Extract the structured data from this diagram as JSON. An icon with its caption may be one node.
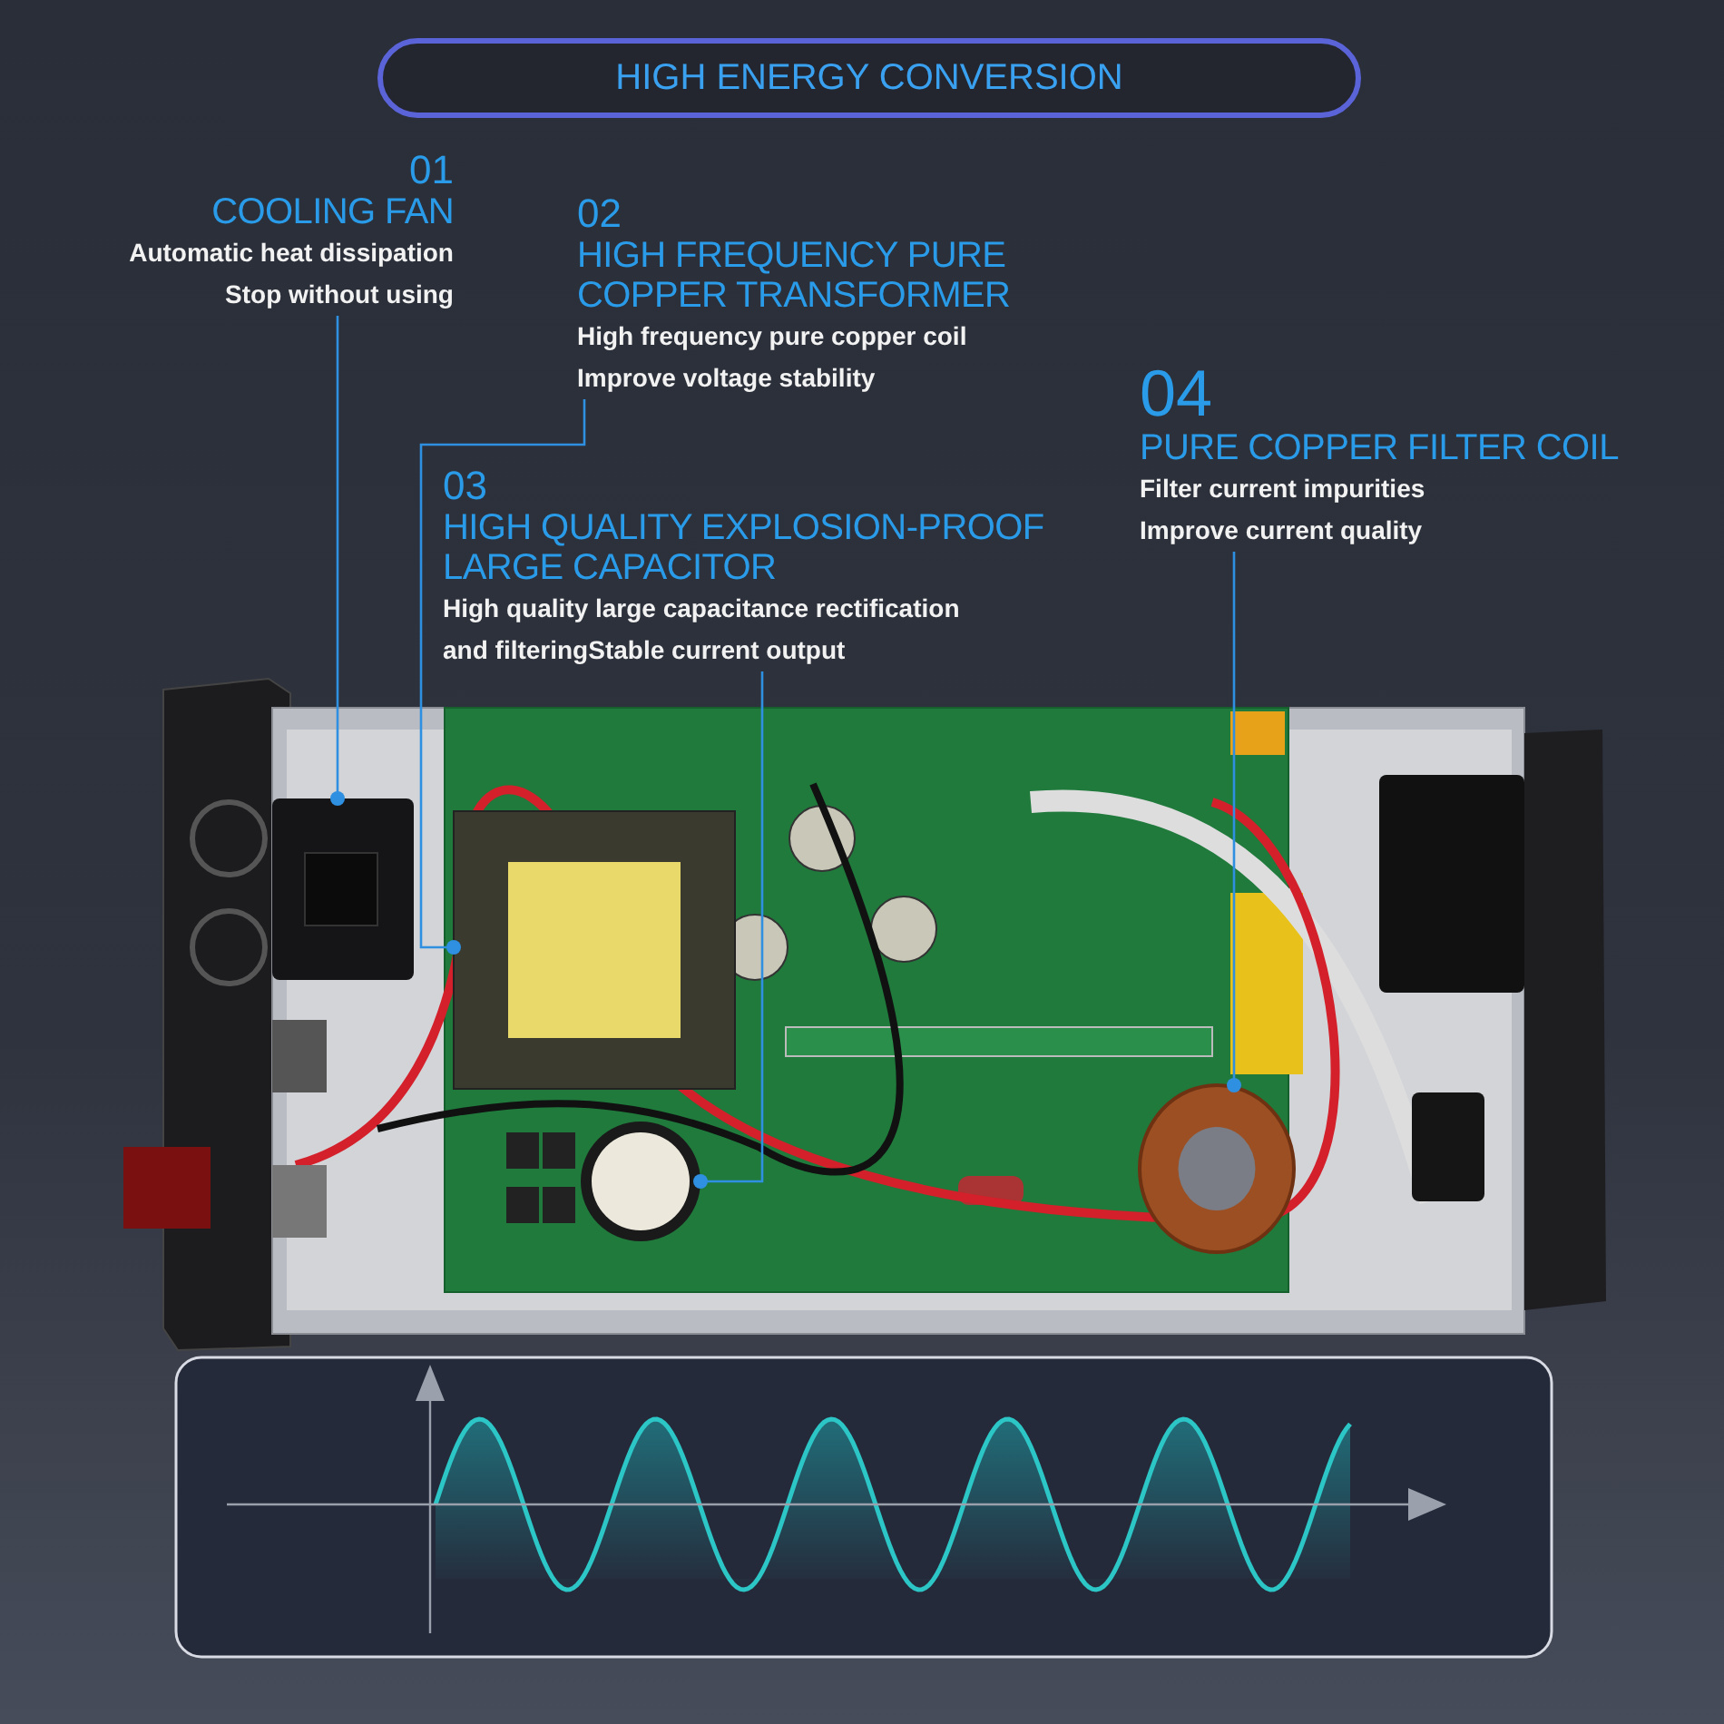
{
  "diagram": {
    "title": "HIGH ENERGY CONVERSION",
    "nodes": [
      {
        "text": [
          "01",
          "COOLING FAN",
          "Automatic heat dissipation",
          "Stop without using"
        ]
      },
      {
        "text": [
          "02",
          "HIGH FREQUENCY PURE COPPER TRANSFORMER",
          "High frequency pure copper coil",
          "Improve voltage stability"
        ]
      },
      {
        "text": [
          "03",
          "HIGH QUALITY EXPLOSION-PROOF LARGE CAPACITOR",
          "High quality large capacitance rectification",
          "and filteringStable current output"
        ]
      },
      {
        "text": [
          "04",
          "PURE COPPER FILTER COIL",
          "Filter current impurities",
          "Improve current quality"
        ]
      },
      {
        "text": [],
        "shape": "picture"
      },
      {
        "text": [],
        "shape": "picture",
        "in": 4
      },
      {
        "text": [],
        "shape": "picture",
        "in": 4
      },
      {
        "text": [],
        "shape": "picture",
        "in": 4
      },
      {
        "text": [],
        "shape": "picture",
        "in": 4
      }
    ],
    "edges": [
      {
        "from": 0,
        "to": 5,
        "arrow": "other"
      },
      {
        "from": 1,
        "to": 6,
        "arrow": "other"
      },
      {
        "from": 2,
        "to": 7,
        "arrow": "other"
      },
      {
        "from": 3,
        "to": 8,
        "arrow": "other"
      }
    ]
  }
}
